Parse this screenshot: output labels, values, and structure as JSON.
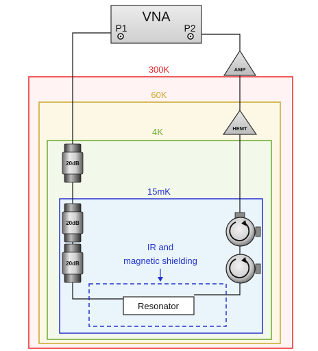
{
  "vna": {
    "label": "VNA",
    "port1": "P1",
    "port2": "P2"
  },
  "stages": {
    "room": {
      "label": "300K",
      "color": "#e8262a"
    },
    "k60": {
      "label": "60K",
      "color": "#c8a82a"
    },
    "k4": {
      "label": "4K",
      "color": "#6cab2a"
    },
    "mk15": {
      "label": "15mK",
      "color": "#2233cc"
    }
  },
  "amplifiers": {
    "room": "AMP",
    "cryo": "HEMT"
  },
  "attenuators": {
    "a1": "20dB",
    "a2": "20dB",
    "a3": "20dB"
  },
  "shielding": {
    "line1": "IR and",
    "line2": "magnetic shielding",
    "color": "#2233cc"
  },
  "resonator": {
    "label": "Resonator"
  }
}
